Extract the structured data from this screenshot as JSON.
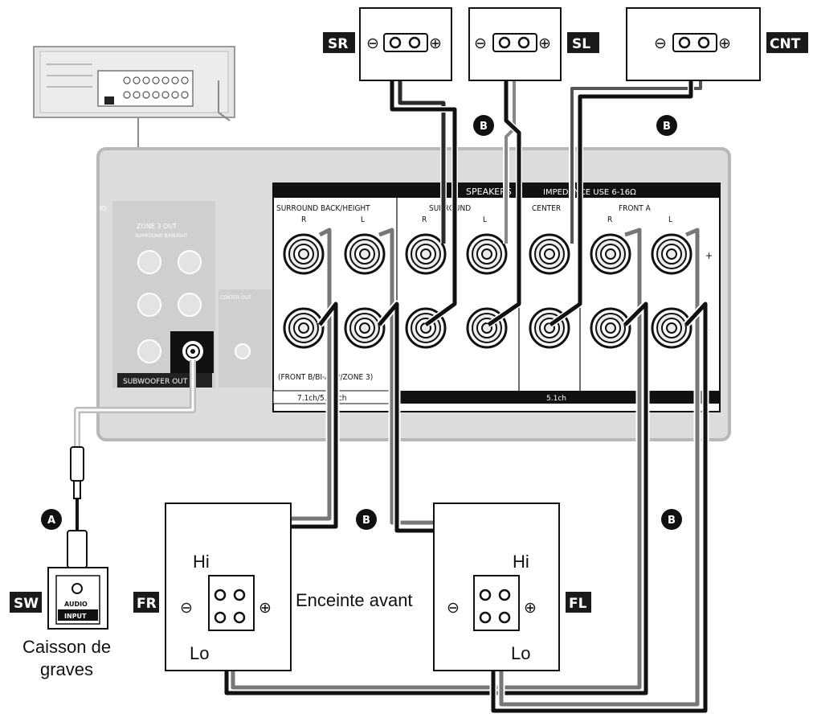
{
  "speaker_tags": {
    "sr": "SR",
    "sl": "SL",
    "cnt": "CNT",
    "fr": "FR",
    "fl": "FL",
    "sw": "SW"
  },
  "cable_letters": {
    "a": "A",
    "b": "B"
  },
  "panel": {
    "header_speakers": "SPEAKERS",
    "header_impedance": "IMPEDANCE USE 6-16Ω",
    "left_edge": "IO",
    "zone3_title": "ZONE 3 OUT",
    "zone3_sub": "SURROUND B/HEIGHT",
    "center_small": "CENTER OUT",
    "subwoofer_out": "SUBWOOFER OUT",
    "group_surround_back": "SURROUND BACK/HEIGHT",
    "group_surround": "SURROUND",
    "group_center": "CENTER",
    "group_front_a": "FRONT A",
    "ch_r": "R",
    "ch_l": "L",
    "plus": "+",
    "minus": "–",
    "bottom_note": "(FRONT B/BI-AMP/ZONE 3)",
    "bar_left": "7.1ch/5.1.2ch",
    "bar_right": "5.1ch"
  },
  "speaker_box": {
    "minus": "⊖",
    "plus": "⊕",
    "hi": "Hi",
    "lo": "Lo"
  },
  "sub_box": {
    "line1": "AUDIO",
    "line2": "INPUT"
  },
  "labels": {
    "enceinte_avant": "Enceinte avant",
    "caisson_line1": "Caisson de",
    "caisson_line2": "graves"
  },
  "colors": {
    "tag_bg": "#1a1a1a",
    "panel_gray": "#dcdcdc",
    "panel_border": "#b8b8b8",
    "cable_dark": "#2a2a2a"
  }
}
